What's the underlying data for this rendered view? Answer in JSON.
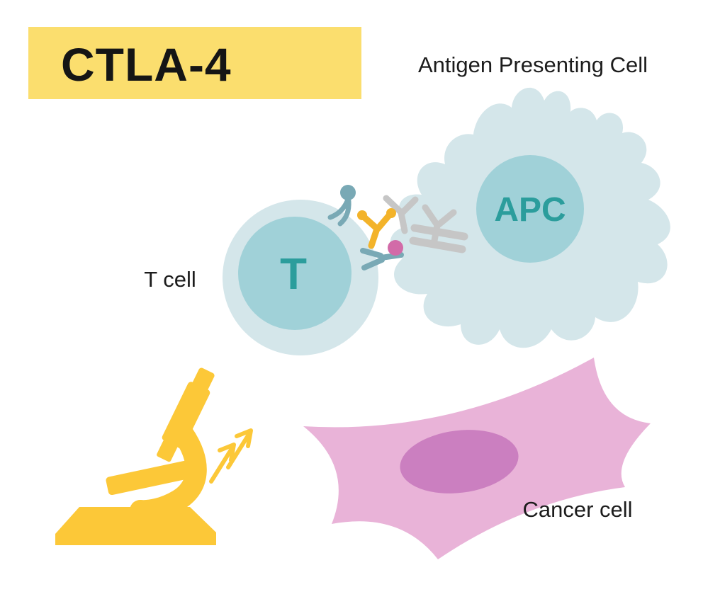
{
  "title": {
    "label": "CTLA-4"
  },
  "apc": {
    "label": "Antigen Presenting Cell",
    "abbr": "APC"
  },
  "t_cell": {
    "label": "T cell",
    "abbr": "T"
  },
  "cancer": {
    "label": "Cancer cell"
  },
  "icons": {
    "microscope": "microscope-icon",
    "zoom_arrows": "zoom-arrows-icon",
    "antibody_yellow": "antibody-icon",
    "antibody_gray": "antibody-icon",
    "receptor_teal": "receptor-icon",
    "antigen_pink": "antigen-icon"
  },
  "colors": {
    "title_bg": "#fbde6e",
    "text": "#1c1c1c",
    "cell_body": "#d4e6ea",
    "cell_nucleus": "#a0d1d8",
    "cell_text": "#2b9d9c",
    "cancer_body": "#e9b3d8",
    "cancer_nucleus": "#cb7fc0",
    "microscope": "#fcc838",
    "antibody_yellow": "#f3b32a",
    "antibody_gray": "#c6c6c6",
    "receptor_teal": "#79a9b5",
    "antigen_pink": "#d26ba8"
  }
}
